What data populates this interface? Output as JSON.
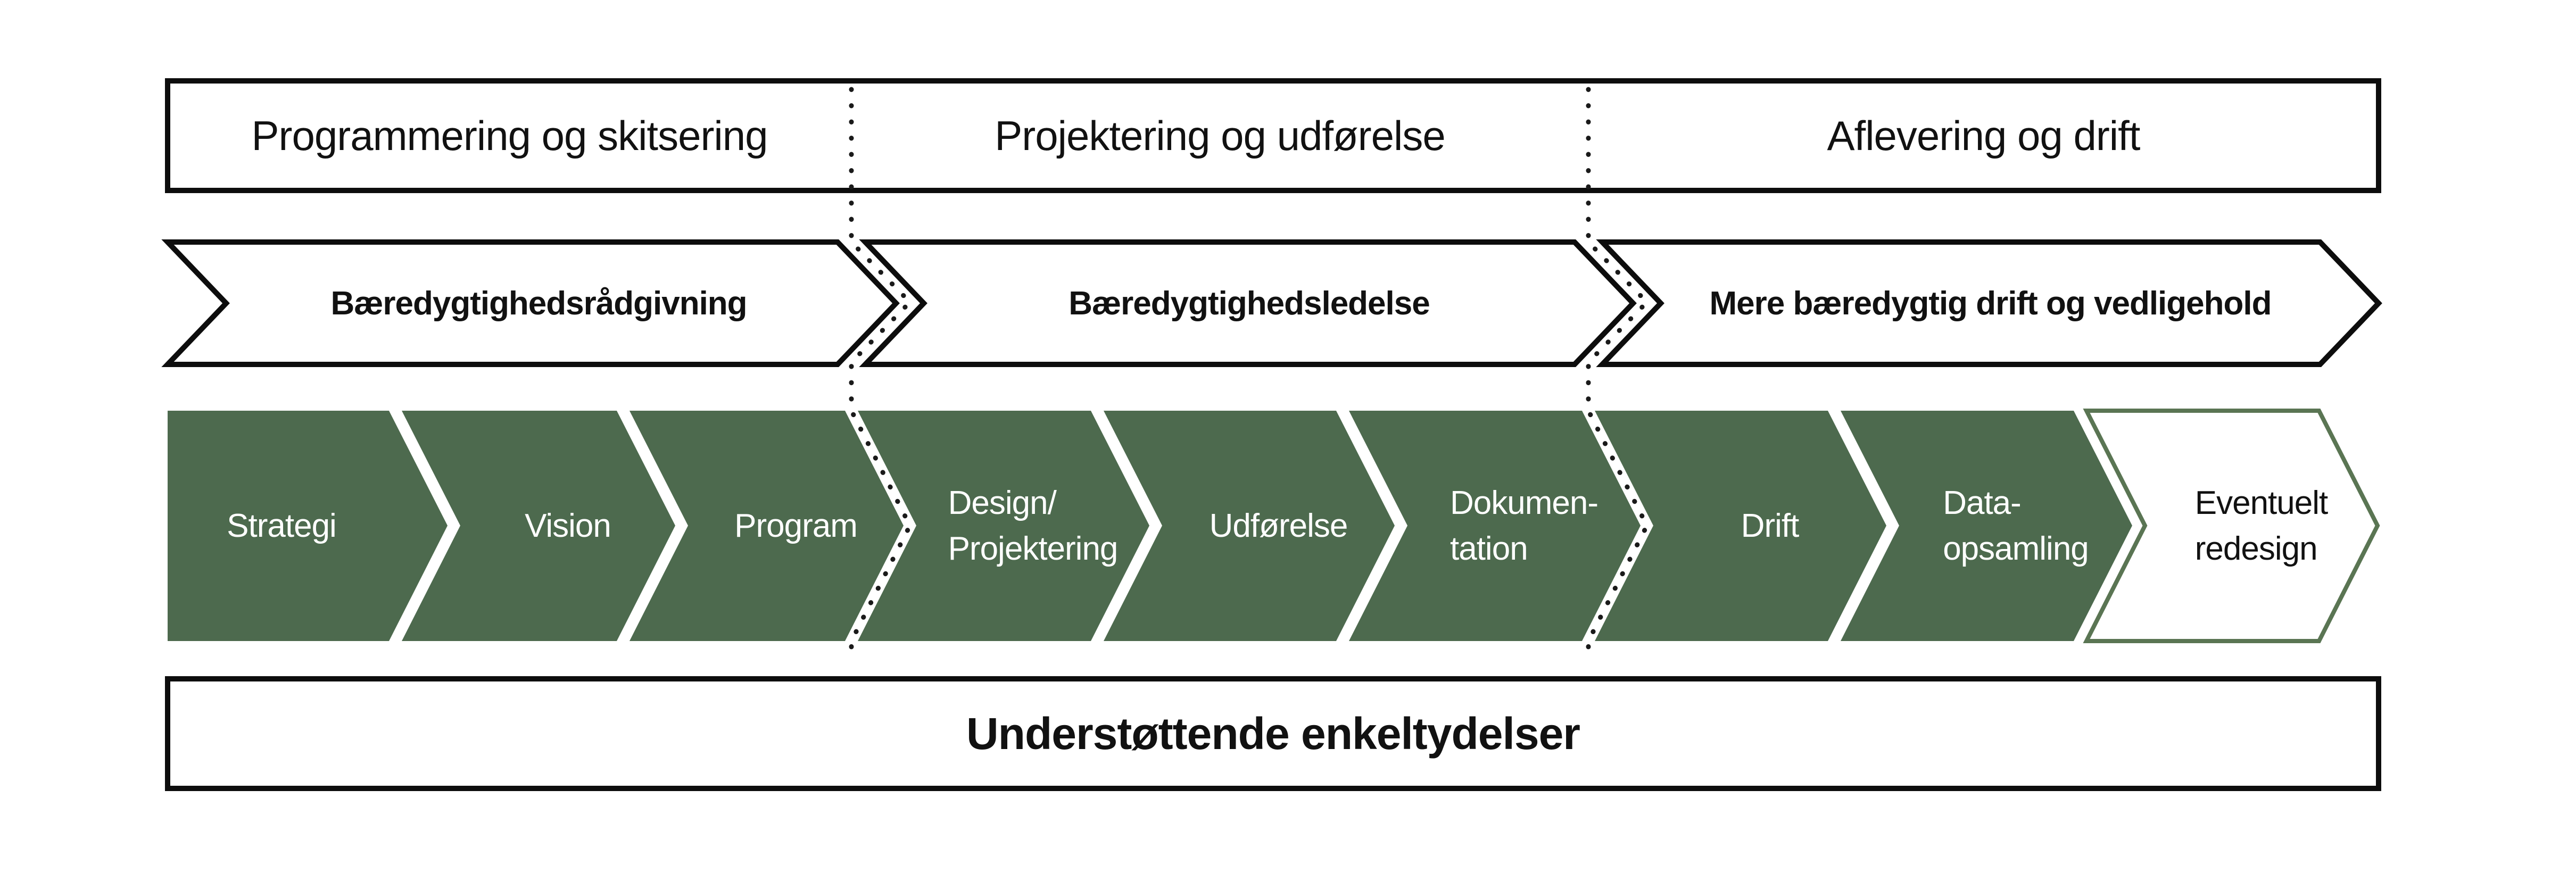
{
  "phase_headers": {
    "items": [
      {
        "label": "Programmering og skitsering"
      },
      {
        "label": "Projektering og udførelse"
      },
      {
        "label": "Aflevering og drift"
      }
    ]
  },
  "service_arrows": {
    "items": [
      {
        "label": "Bæredygtighedsrådgivning"
      },
      {
        "label": "Bæredygtighedsledelse"
      },
      {
        "label": "Mere bæredygtig drift og vedligehold"
      }
    ]
  },
  "stages": {
    "items": [
      {
        "lines": [
          "Strategi"
        ]
      },
      {
        "lines": [
          "Vision"
        ]
      },
      {
        "lines": [
          "Program"
        ]
      },
      {
        "lines": [
          "Design/",
          "Projektering"
        ]
      },
      {
        "lines": [
          "Udførelse"
        ]
      },
      {
        "lines": [
          "Dokumen-",
          "tation"
        ]
      },
      {
        "lines": [
          "Drift"
        ]
      },
      {
        "lines": [
          "Data-",
          "opsamling"
        ]
      },
      {
        "lines": [
          "Eventuelt",
          "redesign"
        ]
      }
    ]
  },
  "footer": {
    "label": "Understøttende enkeltydelser"
  },
  "colors": {
    "stage_green": "#4d6a4e",
    "final_stage_border": "#5a7553",
    "outline_black": "#0d0d0d",
    "stage_text": "#ffffff",
    "divider_dot": "#1a1a1a"
  }
}
